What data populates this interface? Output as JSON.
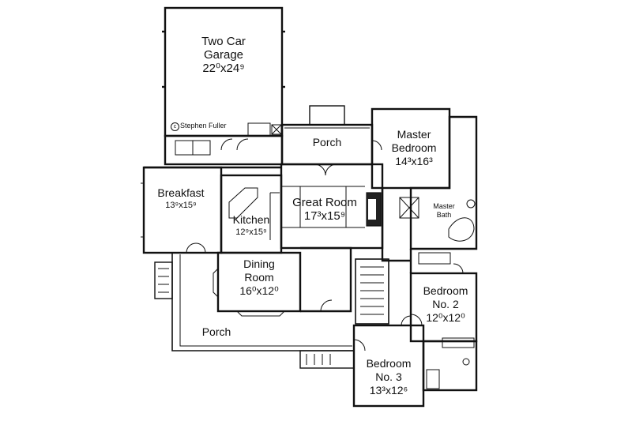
{
  "copyright": "Stephen Fuller",
  "rooms": {
    "garage": {
      "name_line1": "Two Car",
      "name_line2": "Garage",
      "dims": "22⁰x24⁹"
    },
    "porch_top": {
      "name": "Porch"
    },
    "master_bedroom": {
      "name_line1": "Master",
      "name_line2": "Bedroom",
      "dims": "14³x16³"
    },
    "master_bath": {
      "name_line1": "Master",
      "name_line2": "Bath"
    },
    "breakfast": {
      "name": "Breakfast",
      "dims": "13⁹x15⁹"
    },
    "kitchen": {
      "name": "Kitchen",
      "dims": "12⁹x15⁹"
    },
    "great_room": {
      "name": "Great Room",
      "dims": "17³x15⁹"
    },
    "dining_room": {
      "name_line1": "Dining",
      "name_line2": "Room",
      "dims": "16⁰x12⁰"
    },
    "bedroom2": {
      "name_line1": "Bedroom",
      "name_line2": "No. 2",
      "dims": "12⁰x12⁰"
    },
    "porch_front": {
      "name": "Porch"
    },
    "bedroom3": {
      "name_line1": "Bedroom",
      "name_line2": "No. 3",
      "dims": "13³x12⁶"
    }
  },
  "colors": {
    "wall": "#111111",
    "fill": "#ffffff",
    "fireplace": "#222222"
  }
}
